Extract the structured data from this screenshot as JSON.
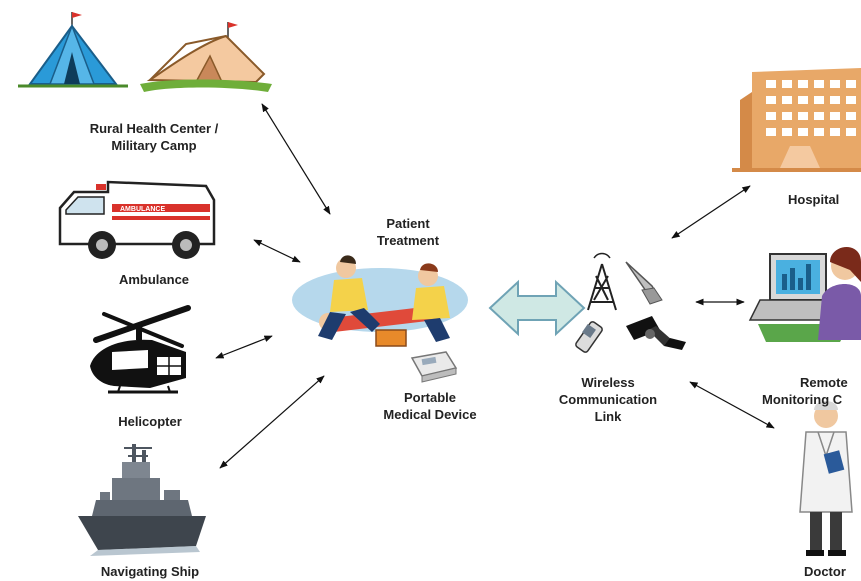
{
  "nodes": {
    "rural": {
      "line1": "Rural Health Center /",
      "line2": "Military Camp"
    },
    "ambulance": {
      "label": "Ambulance",
      "van_text": "AMBULANCE"
    },
    "helicopter": {
      "label": "Helicopter"
    },
    "ship": {
      "label": "Navigating Ship"
    },
    "patient": {
      "line1": "Patient",
      "line2": "Treatment"
    },
    "device": {
      "line1": "Portable",
      "line2": "Medical Device"
    },
    "wireless": {
      "line1": "Wireless",
      "line2": "Communication",
      "line3": "Link"
    },
    "hospital": {
      "label": "Hospital"
    },
    "remote": {
      "line1": "Remote",
      "line2": "Monitoring C"
    },
    "doctor": {
      "label": "Doctor"
    }
  },
  "colors": {
    "arrow": "#111111",
    "big_arrow_fill": "#cfe8e4",
    "big_arrow_stroke": "#6fa3b5",
    "hospital": "#e8a868",
    "tent_blue": "#2a9ad8",
    "tent_tan": "#f4c9a0",
    "ship": "#5e6670"
  }
}
